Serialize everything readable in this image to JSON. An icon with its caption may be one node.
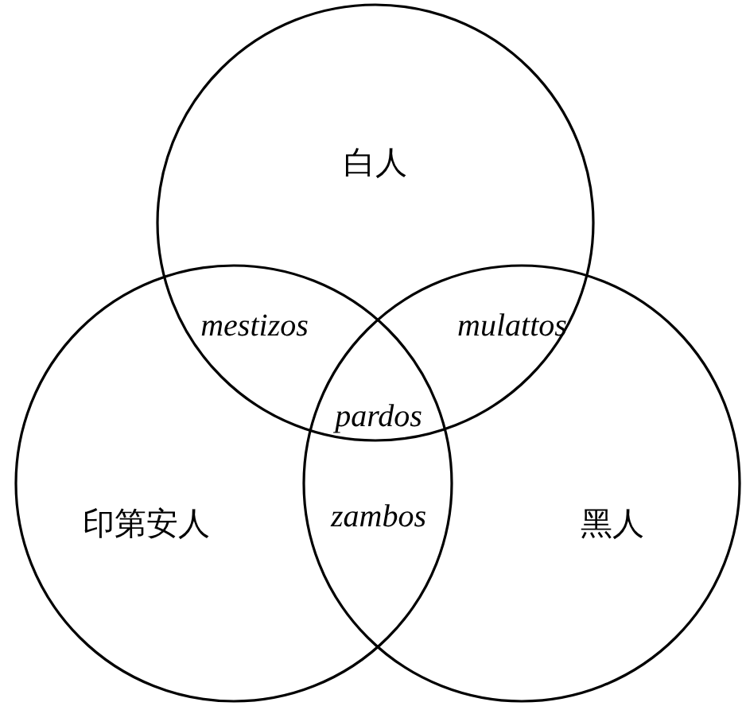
{
  "diagram": {
    "nodes": [
      {
        "text": [
          "白人"
        ]
      },
      {
        "text": [
          "印第安人"
        ]
      },
      {
        "text": [
          "黑人"
        ]
      }
    ],
    "labels": [
      "mestizos",
      "mulattos",
      "pardos",
      "zambos"
    ]
  }
}
